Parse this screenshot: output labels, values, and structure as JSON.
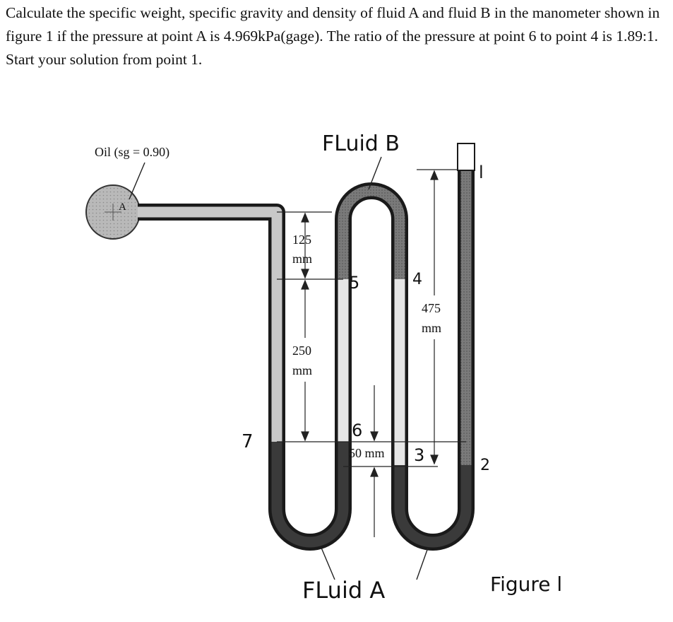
{
  "problem": {
    "text": "Calculate the specific weight, specific gravity and density of fluid A and fluid B in the manometer shown in figure 1 if the pressure at point A is 4.969kPa(gage). The ratio of the pressure at point 6 to point 4 is 1.89:1. Start your solution from point 1."
  },
  "figure": {
    "oil_label": "Oil (sg = 0.90)",
    "point_a": "A",
    "fluid_b_label": "FLuid B",
    "fluid_a_label": "FLuid A",
    "figure_label": "Figure l",
    "dims": {
      "d125": "125",
      "d125_unit": "mm",
      "d250": "250",
      "d250_unit": "mm",
      "d475": "475",
      "d475_unit": "mm",
      "d50": "50 mm"
    },
    "points": {
      "p1": "l",
      "p2": "2",
      "p3": "3",
      "p4": "4",
      "p5": "5",
      "p6": "6",
      "p7": "7"
    }
  }
}
